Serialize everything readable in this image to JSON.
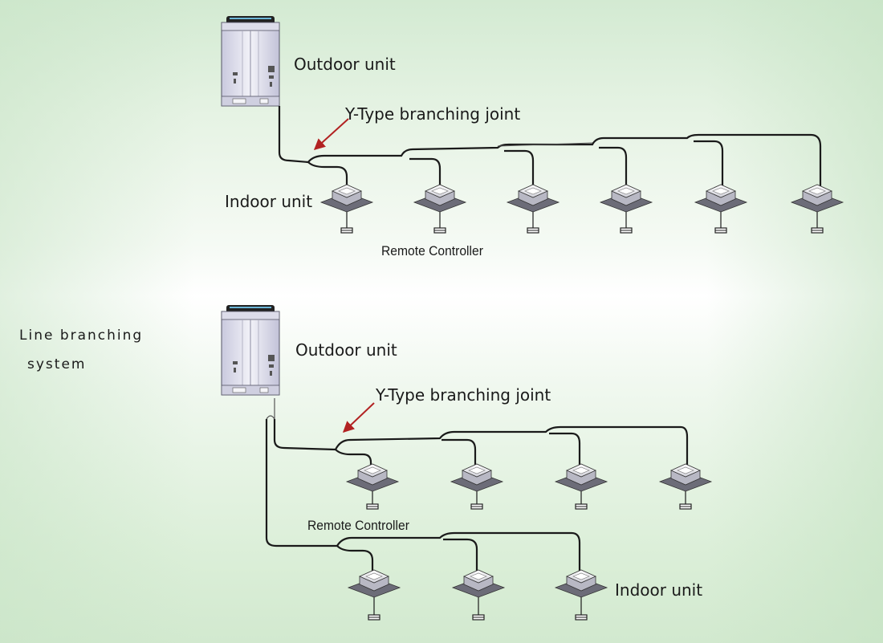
{
  "side_label": {
    "line1": "Line branching",
    "line2": "system"
  },
  "top_diagram": {
    "outdoor_unit": "Outdoor unit",
    "joint": "Y-Type branching joint",
    "indoor_unit": "Indoor unit",
    "remote_controller": "Remote Controller"
  },
  "bottom_diagram": {
    "outdoor_unit": "Outdoor unit",
    "joint": "Y-Type branching joint",
    "remote_controller": "Remote Controller",
    "indoor_unit": "Indoor unit"
  },
  "colors": {
    "background": "#dcefd9",
    "pipe": "#1a1a1a",
    "arrow": "#b22222",
    "unit_body": "#e8e8f2",
    "unit_edge": "#555566"
  },
  "icons": [
    "outdoor-unit-icon",
    "indoor-unit-icon",
    "remote-controller-icon",
    "arrow-icon"
  ]
}
